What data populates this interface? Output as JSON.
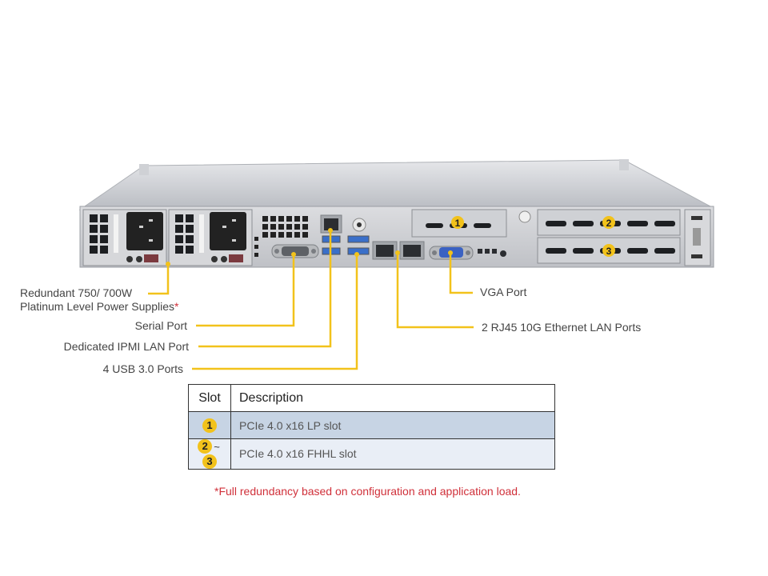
{
  "callouts": {
    "power_supplies": {
      "line1": "Redundant 750/ 700W",
      "line2": "Platinum Level Power Supplies",
      "asterisk": "*"
    },
    "serial_port": "Serial Port",
    "ipmi_lan_port": "Dedicated IPMI  LAN Port",
    "usb_ports": "4 USB 3.0 Ports",
    "vga_port": "VGA Port",
    "ethernet_ports": "2 RJ45 10G Ethernet LAN Ports"
  },
  "slot_badges_on_chassis": [
    "1",
    "2",
    "3"
  ],
  "table": {
    "headers": [
      "Slot",
      "Description"
    ],
    "rows": [
      {
        "slots": [
          "1"
        ],
        "separator": "",
        "description": "PCIe 4.0 x16 LP slot"
      },
      {
        "slots": [
          "2",
          "3"
        ],
        "separator": "~",
        "description": "PCIe 4.0 x16 FHHL slot"
      }
    ]
  },
  "footnote": "*Full redundancy based on configuration and application load.",
  "colors": {
    "callout_line": "#f2c21b",
    "badge": "#f2c21b",
    "footnote": "#d0303a",
    "row1_bg": "#c7d4e4",
    "row2_bg": "#e9eef6"
  }
}
